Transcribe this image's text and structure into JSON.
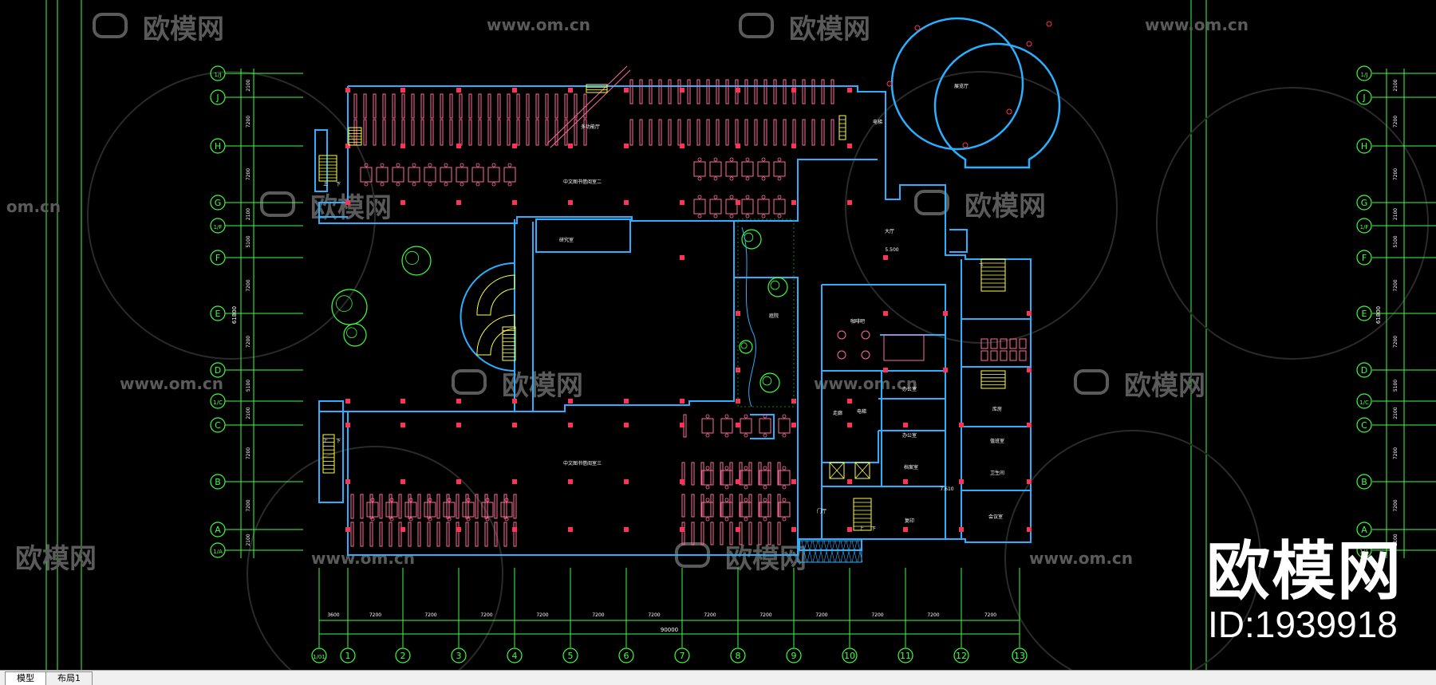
{
  "drawing": {
    "grid_rows": [
      {
        "id": "row-1/J",
        "label": "1/J"
      },
      {
        "id": "row-J",
        "label": "J"
      },
      {
        "id": "row-H",
        "label": "H"
      },
      {
        "id": "row-G",
        "label": "G"
      },
      {
        "id": "row-1/F",
        "label": "1/F"
      },
      {
        "id": "row-F",
        "label": "F"
      },
      {
        "id": "row-E",
        "label": "E"
      },
      {
        "id": "row-D",
        "label": "D"
      },
      {
        "id": "row-1/C",
        "label": "1/C"
      },
      {
        "id": "row-C",
        "label": "C"
      },
      {
        "id": "row-B",
        "label": "B"
      },
      {
        "id": "row-A",
        "label": "A"
      },
      {
        "id": "row-1/A",
        "label": "1/A"
      }
    ],
    "grid_cols": [
      {
        "id": "col-1/01",
        "label": "1/01"
      },
      {
        "id": "col-1",
        "label": "1"
      },
      {
        "id": "col-2",
        "label": "2"
      },
      {
        "id": "col-3",
        "label": "3"
      },
      {
        "id": "col-4",
        "label": "4"
      },
      {
        "id": "col-5",
        "label": "5"
      },
      {
        "id": "col-6",
        "label": "6"
      },
      {
        "id": "col-7",
        "label": "7"
      },
      {
        "id": "col-8",
        "label": "8"
      },
      {
        "id": "col-9",
        "label": "9"
      },
      {
        "id": "col-10",
        "label": "10"
      },
      {
        "id": "col-11",
        "label": "11"
      },
      {
        "id": "col-12",
        "label": "12"
      },
      {
        "id": "col-13",
        "label": "13"
      }
    ],
    "row_dims": [
      "2100",
      "7200",
      "7200",
      "2100",
      "5100",
      "7200",
      "7200",
      "5100",
      "2100",
      "7200",
      "7200",
      "2100"
    ],
    "row_total": "61800",
    "col_dims": [
      "3600",
      "7200",
      "7200",
      "7200",
      "7200",
      "7200",
      "7200",
      "7200",
      "7200",
      "7200",
      "7200",
      "7200",
      "7200"
    ],
    "col_total": "90000",
    "rooms": {
      "reading_room_north": "中文图书借阅室二",
      "reading_room_south": "中文图书借阅室三",
      "multi_function": "多功能厅",
      "study": "研究室",
      "hall": "大厅",
      "hall_level": "5.500",
      "lobby": "门厅",
      "level_2": "7.610",
      "exhibit": "展览厅",
      "cafe": "咖啡吧",
      "office_1": "办公室",
      "office_2": "办公室",
      "archive": "档案室",
      "storage": "库房",
      "duty": "值班室",
      "toilet": "卫生间",
      "corridor": "走廊",
      "elevator": "电梯",
      "up": "上",
      "down": "下",
      "garden": "庭院",
      "meeting": "会议室",
      "copy": "复印"
    },
    "watermarks": {
      "brand": "欧模网",
      "url": "www.om.cn",
      "url_partial": "om.cn"
    }
  },
  "brand": {
    "logo": "欧模网",
    "id": "ID:1939918"
  },
  "tabs": [
    {
      "label": "模型",
      "active": true
    },
    {
      "label": "布局1",
      "active": false
    }
  ],
  "colors": {
    "background": "#000000",
    "wall": "#2ab0ff",
    "shelf": "#ff6b9a",
    "grid": "#3cff3c",
    "column": "#ff3355",
    "stair": "#ffff40",
    "text": "#ffffff",
    "watermark": "#5a5a5a"
  }
}
